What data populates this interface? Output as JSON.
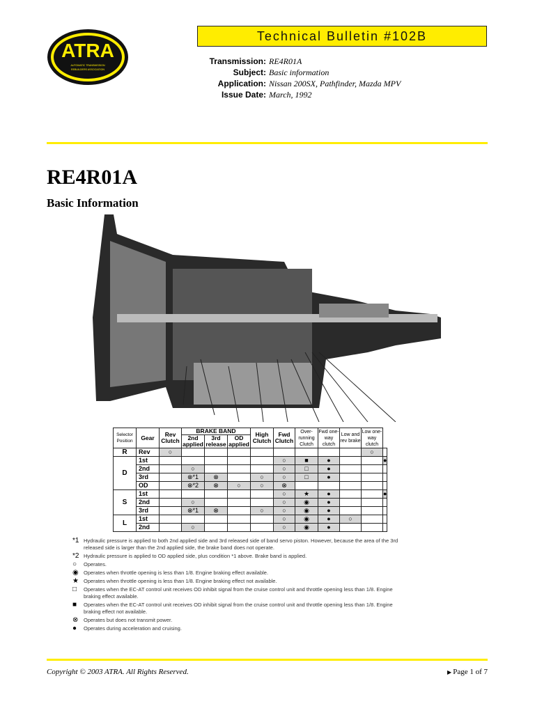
{
  "logo": {
    "text": "ATRA",
    "subtext": "AUTOMATIC TRANSMISSION REBUILDERS ASSOCIATION"
  },
  "header": {
    "title": "Technical Bulletin #102B",
    "fields": [
      {
        "label": "Transmission:",
        "value": "RE4R01A"
      },
      {
        "label": "Subject:",
        "value": "Basic information"
      },
      {
        "label": "Application:",
        "value": "Nissan 200SX, Pathfinder, Mazda MPV"
      },
      {
        "label": "Issue Date:",
        "value": "March, 1992"
      }
    ]
  },
  "title": "RE4R01A",
  "subtitle": "Basic Information",
  "table": {
    "headers": {
      "selector": "Selector Position",
      "gear": "Gear",
      "rev": "Rev Clutch",
      "brake_band": "BRAKE BAND",
      "b2": "2nd applied",
      "b3": "3rd release",
      "bod": "OD applied",
      "high": "High Clutch",
      "fwd": "Fwd Clutch",
      "over": "Over-running Clutch",
      "fowc": "Fwd one-way clutch",
      "lrb": "Low and rev brake",
      "lowc": "Low one-way clutch"
    },
    "groups": [
      {
        "selector": "R",
        "rows": [
          {
            "gear": "Rev",
            "cells": [
              "○",
              "",
              "",
              "",
              "",
              "",
              "",
              "",
              "",
              "○",
              ""
            ]
          }
        ]
      },
      {
        "selector": "D",
        "rows": [
          {
            "gear": "1st",
            "cells": [
              "",
              "",
              "",
              "",
              "",
              "○",
              "■",
              "●",
              "",
              "",
              "●"
            ]
          },
          {
            "gear": "2nd",
            "cells": [
              "",
              "○",
              "",
              "",
              "",
              "○",
              "□",
              "●",
              "",
              "",
              ""
            ]
          },
          {
            "gear": "3rd",
            "cells": [
              "",
              "⊗*1",
              "⊗",
              "",
              "○",
              "○",
              "□",
              "●",
              "",
              "",
              ""
            ]
          },
          {
            "gear": "OD",
            "cells": [
              "",
              "⊗*2",
              "⊗",
              "○",
              "○",
              "⊗",
              "",
              "",
              "",
              "",
              ""
            ]
          }
        ]
      },
      {
        "selector": "S",
        "rows": [
          {
            "gear": "1st",
            "cells": [
              "",
              "",
              "",
              "",
              "",
              "○",
              "★",
              "●",
              "",
              "",
              "●"
            ]
          },
          {
            "gear": "2nd",
            "cells": [
              "",
              "○",
              "",
              "",
              "",
              "○",
              "◉",
              "●",
              "",
              "",
              ""
            ]
          },
          {
            "gear": "3rd",
            "cells": [
              "",
              "⊗*1",
              "⊗",
              "",
              "○",
              "○",
              "◉",
              "●",
              "",
              "",
              ""
            ]
          }
        ]
      },
      {
        "selector": "L",
        "rows": [
          {
            "gear": "1st",
            "cells": [
              "",
              "",
              "",
              "",
              "",
              "○",
              "◉",
              "●",
              "○",
              "",
              ""
            ]
          },
          {
            "gear": "2nd",
            "cells": [
              "",
              "○",
              "",
              "",
              "",
              "○",
              "◉",
              "●",
              "",
              "",
              ""
            ]
          }
        ]
      }
    ]
  },
  "legend": [
    {
      "symbol": "*1",
      "text": "Hydraulic pressure is applied to both 2nd applied side and 3rd released side of band servo piston.  However, because the area of the 3rd released side is larger than the 2nd applied side, the brake band does not operate."
    },
    {
      "symbol": "*2",
      "text": "Hydraulic pressure is applied to OD applied side, plus condition *1 above. Brake band is applied."
    },
    {
      "symbol": "○",
      "text": "Operates."
    },
    {
      "symbol": "◉",
      "text": "Operates when throttle opening is less than 1/8. Engine braking effect available."
    },
    {
      "symbol": "★",
      "text": "Operates when throttle opening is less than 1/8. Engine braking effect not available."
    },
    {
      "symbol": "□",
      "text": "Operates when the EC-AT control unit receives OD inhibit signal from the cruise control unit and throttle opening less than 1/8. Engine braking effect available."
    },
    {
      "symbol": "■",
      "text": "Operates when the EC-AT control unit receives OD inhibit signal from the cruise control unit and throttle opening less than 1/8. Engine braking effect not available."
    },
    {
      "symbol": "⊗",
      "text": "Operates but does not transmit power."
    },
    {
      "symbol": "●",
      "text": "Operates during acceleration and cruising."
    }
  ],
  "footer": {
    "copyright": "Copyright © 2003 ATRA.  All Rights Reserved.",
    "page": "Page 1 of 7"
  }
}
